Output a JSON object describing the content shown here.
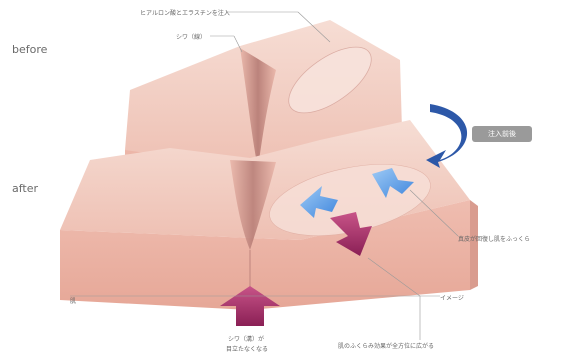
{
  "labels": {
    "before": "before",
    "after": "after",
    "skin": "肌",
    "image": "イメージ"
  },
  "annotations": {
    "matrix": "ヒアルロン酸とエラスチンを注入",
    "wrinkle": "シワ（線）",
    "push": "真皮が回復し肌をふっくら",
    "bottom_right": "肌のふくらみ効果が全方位に広がる",
    "bottom_center_line1": "シワ（溝）が",
    "bottom_center_line2": "目立たなくなる"
  },
  "badge": "注入前後",
  "colors": {
    "skin_top": "#f3cfc4",
    "skin_front": "#eab0a2",
    "skin_side": "#d99c8f",
    "fold": "#b98079",
    "magenta_arrow": "#a03068",
    "blue_arrow": "#4c8ee0",
    "rotate_arrow": "#2d58a8",
    "badge": "#9a9a9a"
  }
}
